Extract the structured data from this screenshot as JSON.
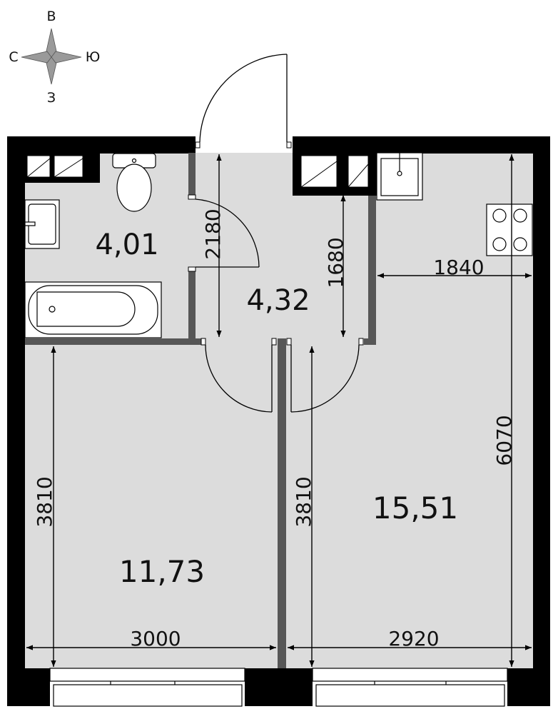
{
  "compass": {
    "north": "В",
    "west": "С",
    "east": "Ю",
    "south": "З"
  },
  "rooms": {
    "bathroom_area": "4,01",
    "hall_area": "4,32",
    "bedroom_area": "11,73",
    "kitchen_area": "15,51"
  },
  "dimensions": {
    "bath_height": "2180",
    "hall_height": "1680",
    "kitchen_width_upper": "1840",
    "kitchen_height": "6070",
    "bedroom_height": "3810",
    "living_height": "3810",
    "bedroom_width": "3000",
    "living_width": "2920"
  },
  "colors": {
    "floor": "#dcdcdc",
    "wall": "#000000",
    "partition": "#575757"
  },
  "icons": [
    "compass-rose-icon",
    "toilet-icon",
    "washbasin-icon",
    "bathtub-icon",
    "kitchen-sink-icon",
    "stove-icon"
  ]
}
